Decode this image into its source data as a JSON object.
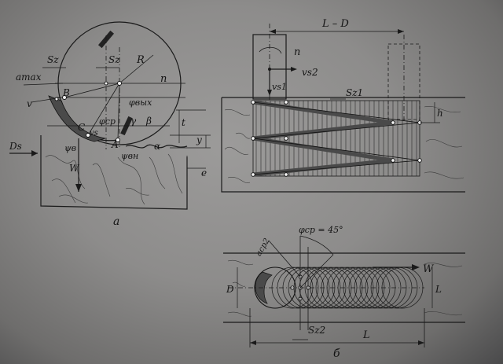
{
  "diagram_a": {
    "caption": "а",
    "labels": {
      "sz_top": "Sz",
      "sz_mid": "Sz",
      "a_max": "amax",
      "R": "R",
      "n": "n",
      "v": "v",
      "B": "B",
      "phi_out": "φвых",
      "phi_avg": "φср",
      "C": "C",
      "vs": "vs",
      "gamma": "γ",
      "beta": "β",
      "A": "A",
      "alpha": "α",
      "t": "t",
      "y": "y",
      "Ds": "Ds",
      "psi_in_left": "ψв",
      "psi_in": "ψвн",
      "W": "W",
      "e": "e"
    }
  },
  "diagram_b": {
    "labels": {
      "L_minus_D": "L – D",
      "n": "n",
      "vs2": "vs2",
      "vs1": "vs1",
      "sz1": "Sz1",
      "h": "h"
    }
  },
  "diagram_c": {
    "caption": "б",
    "labels": {
      "a_cp2": "aср2",
      "phi_cp": "φср = 45°",
      "W": "W",
      "D": "D",
      "L_small": "L",
      "sz2": "Sz2",
      "L": "L"
    }
  }
}
